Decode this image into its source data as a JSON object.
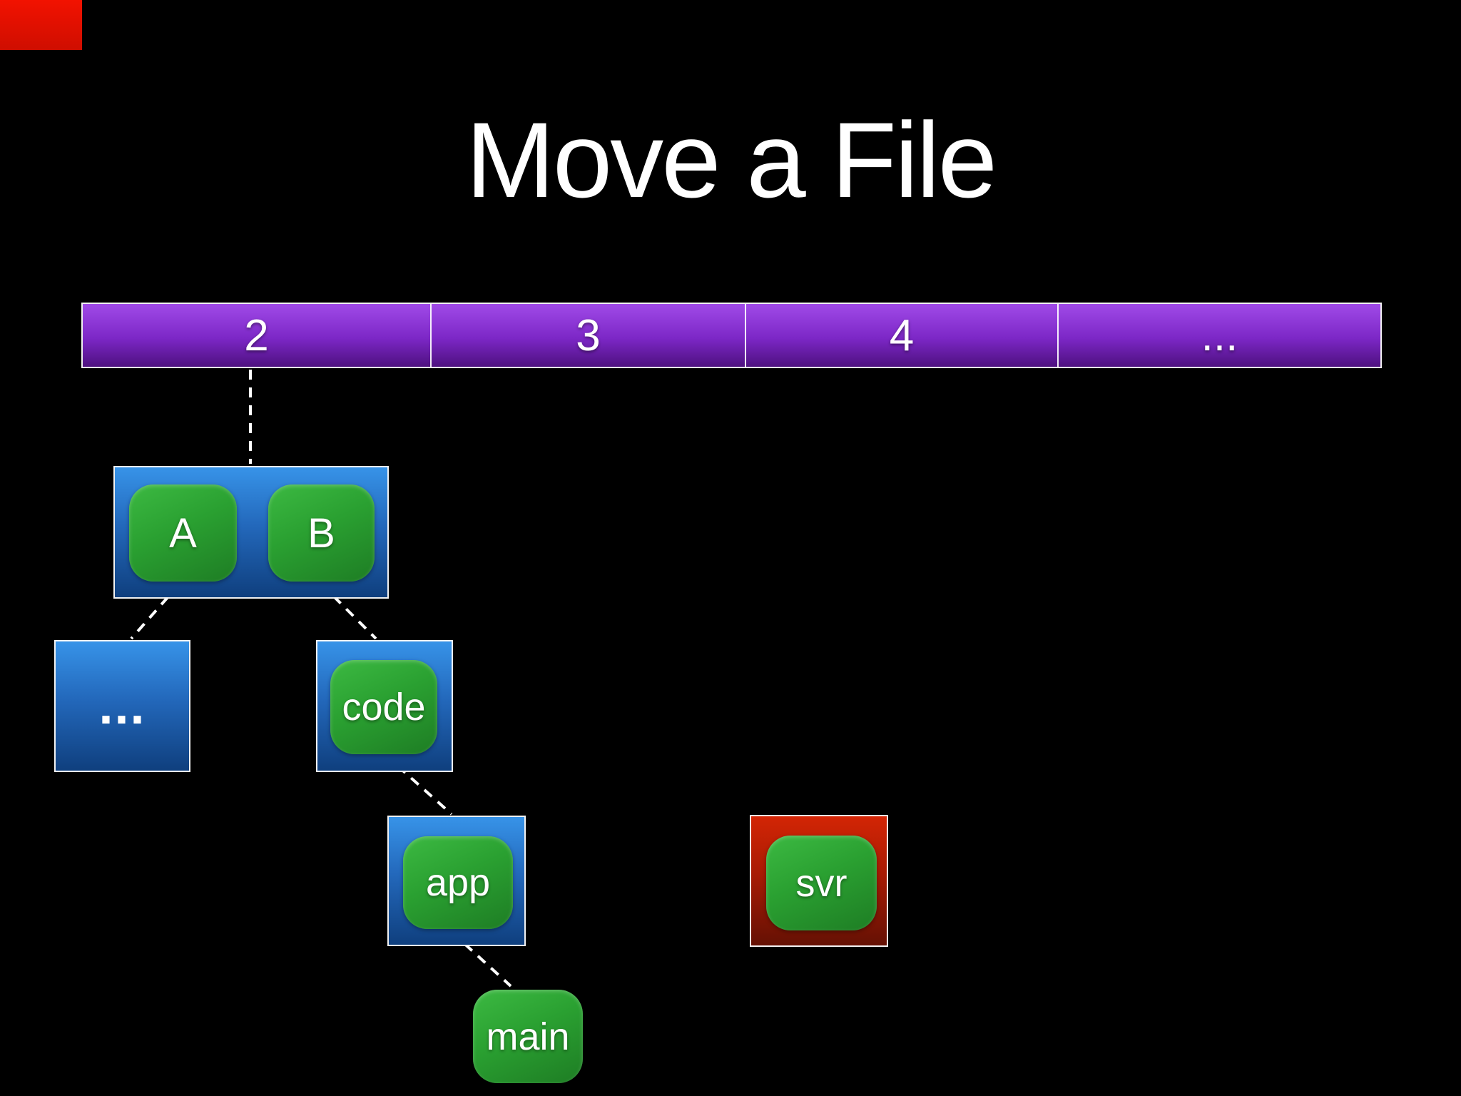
{
  "slide": {
    "title": "Move a File"
  },
  "progress_indicator": {
    "color": "#e01000"
  },
  "disk_bar": {
    "segments": [
      {
        "label": "2"
      },
      {
        "label": "3"
      },
      {
        "label": "4"
      },
      {
        "label": "..."
      }
    ],
    "fill_color_top": "#a04ae8",
    "fill_color_bottom": "#4e1180"
  },
  "tree": {
    "directory_block": {
      "entries": [
        {
          "label": "A"
        },
        {
          "label": "B"
        }
      ]
    },
    "dots_block": {
      "label": "..."
    },
    "code_block": {
      "label": "code"
    },
    "app_block": {
      "label": "app"
    },
    "svr_block": {
      "label": "svr",
      "highlight_color": "#c92005"
    },
    "main_block": {
      "label": "main"
    },
    "block_color_top": "#3793e8",
    "block_color_bottom": "#0f3f7e",
    "entry_color": "#2aa031",
    "connections": [
      {
        "from": "segment-2",
        "to": "directory-block"
      },
      {
        "from": "entry-a",
        "to": "dots-block"
      },
      {
        "from": "entry-b",
        "to": "code-block"
      },
      {
        "from": "code-entry",
        "to": "app-block"
      },
      {
        "from": "app-entry",
        "to": "main-entry"
      }
    ]
  }
}
